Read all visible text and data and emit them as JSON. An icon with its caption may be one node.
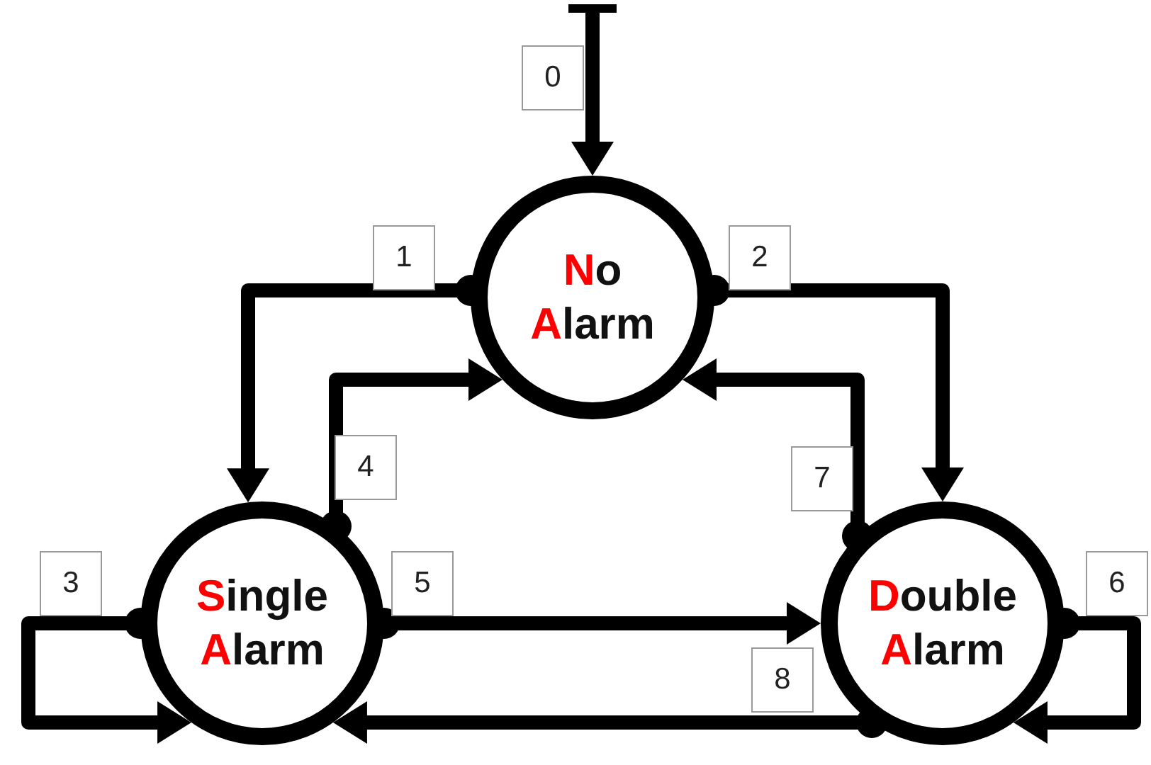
{
  "diagram": {
    "nodes": [
      {
        "text": [
          "No Alarm"
        ]
      },
      {
        "text": [
          "Single Alarm"
        ]
      },
      {
        "text": [
          "Double Alarm"
        ]
      }
    ],
    "edges": [
      {
        "from": null,
        "to": 0,
        "arrow": "to",
        "label": "0"
      },
      {
        "from": 0,
        "to": 1,
        "arrow": "to",
        "label": "1"
      },
      {
        "from": 0,
        "to": 2,
        "arrow": "to",
        "label": "2"
      },
      {
        "from": 1,
        "to": 1,
        "arrow": "to",
        "label": "3"
      },
      {
        "from": 1,
        "to": 0,
        "arrow": "to",
        "label": "4"
      },
      {
        "from": 1,
        "to": 2,
        "arrow": "to",
        "label": "5"
      },
      {
        "from": 2,
        "to": 2,
        "arrow": "to",
        "label": "6"
      },
      {
        "from": 2,
        "to": 0,
        "arrow": "to",
        "label": "7"
      },
      {
        "from": 2,
        "to": 1,
        "arrow": "to",
        "label": "8"
      }
    ]
  }
}
